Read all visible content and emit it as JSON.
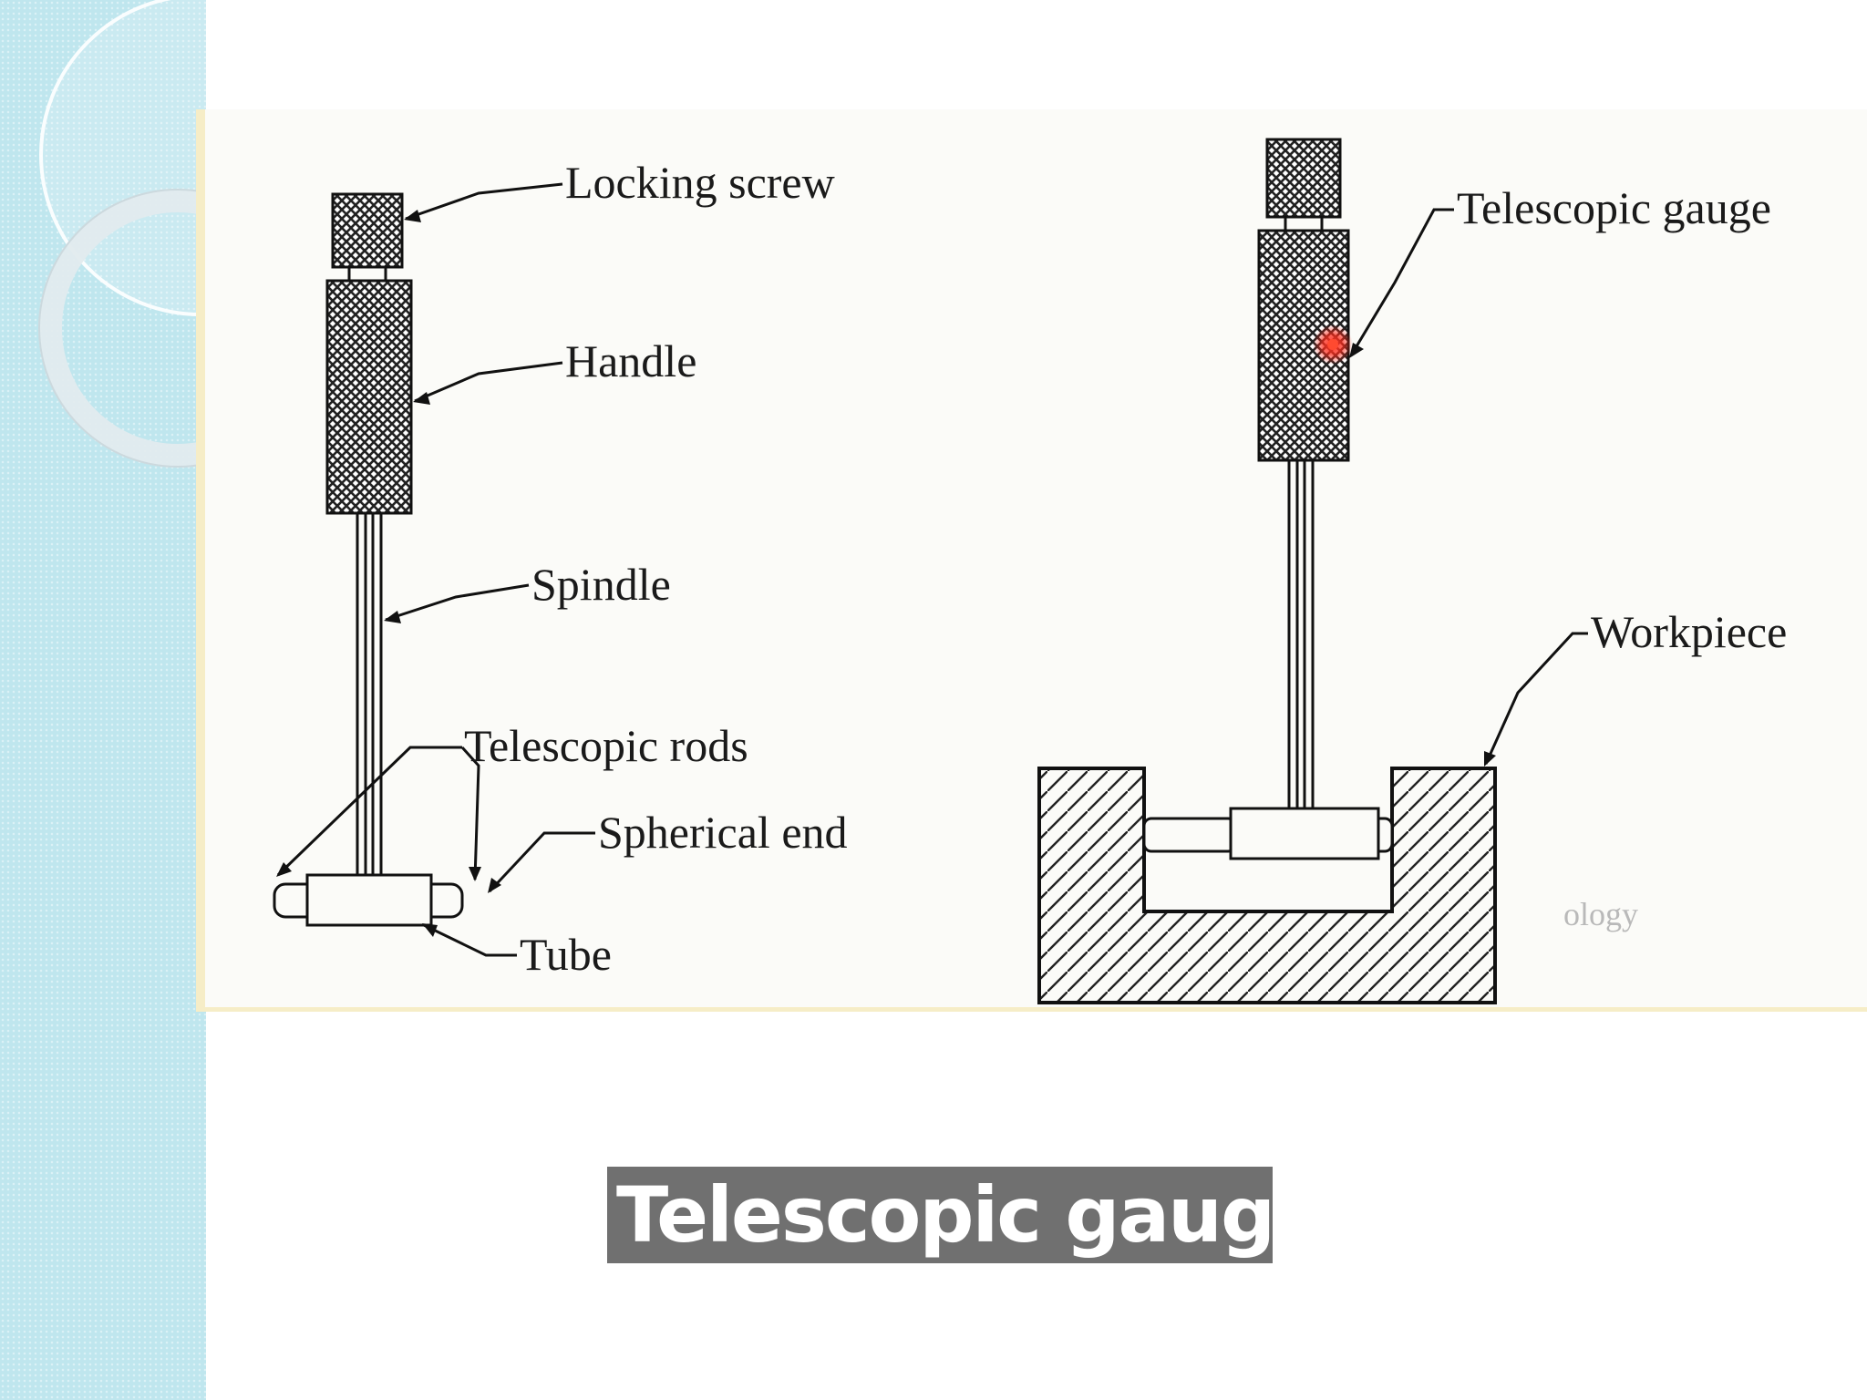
{
  "labels": {
    "locking_screw": "Locking screw",
    "handle": "Handle",
    "spindle": "Spindle",
    "telescopic_rods": "Telescopic rods",
    "spherical_end": "Spherical end",
    "tube": "Tube",
    "telescopic_gauge": "Telescopic gauge",
    "workpiece": "Workpiece"
  },
  "watermark": "ology",
  "caption": "Telescopic gauge",
  "colors": {
    "sidebar": "#bfe6ee",
    "caption_bg": "#707070",
    "figure_border": "#f6edc7",
    "laser_dot": "#ff2a1a"
  }
}
